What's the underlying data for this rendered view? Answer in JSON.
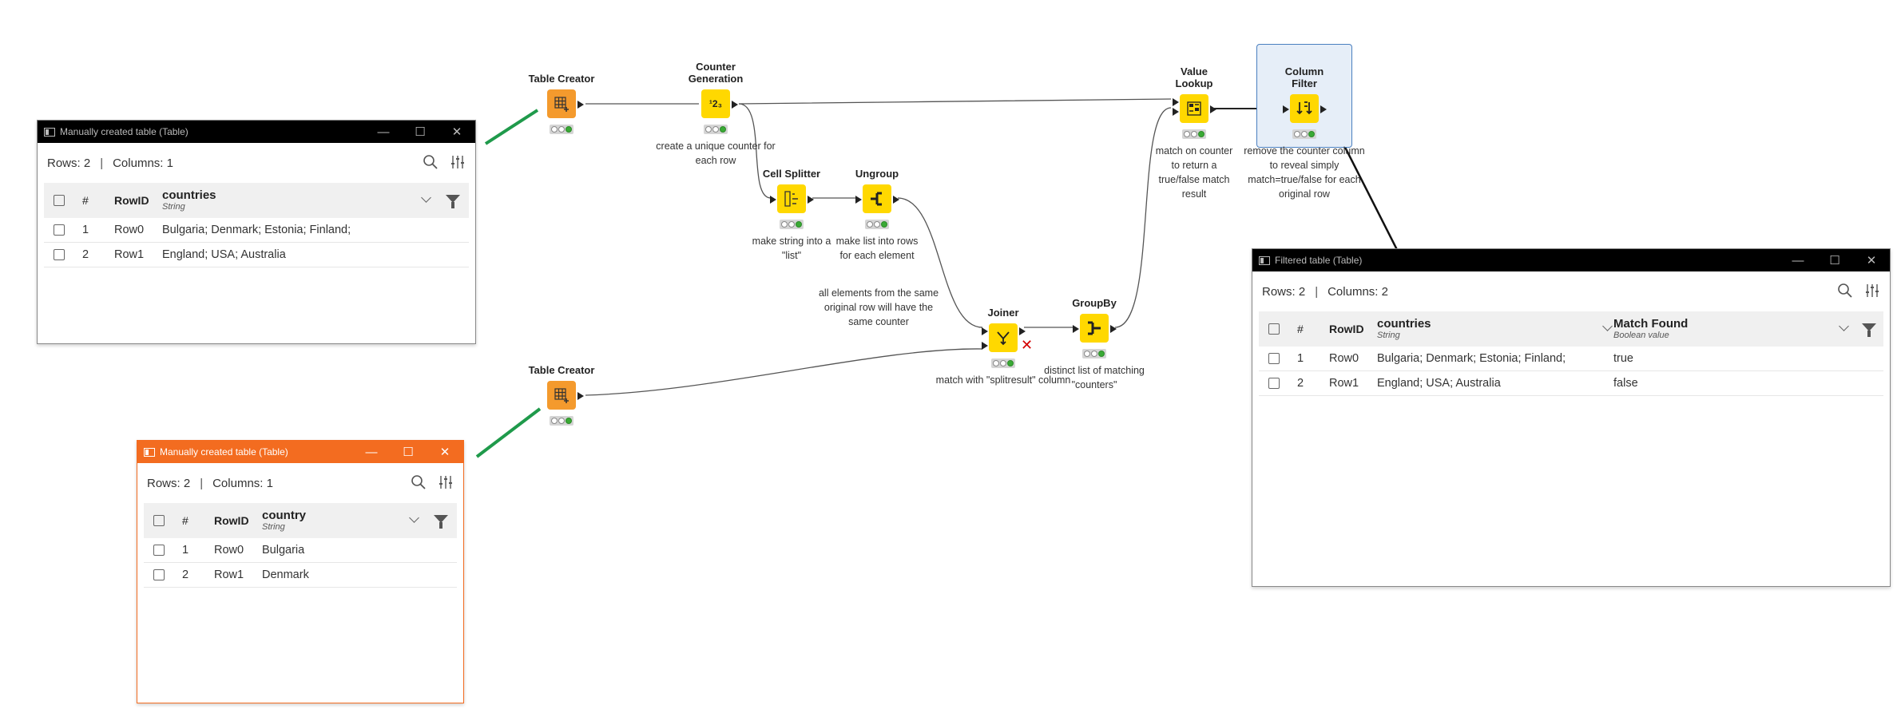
{
  "nodes": {
    "table_creator_1": {
      "title": "Table Creator"
    },
    "counter_generation": {
      "title": "Counter Generation",
      "annotation": "create a unique counter for each row",
      "icon_text": "¹2₃"
    },
    "cell_splitter": {
      "title": "Cell Splitter",
      "annotation": "make string into a \"list\""
    },
    "ungroup": {
      "title": "Ungroup",
      "annotation": "make list into rows for each element"
    },
    "joiner": {
      "title": "Joiner",
      "annotation": "match with \"splitresult\" column"
    },
    "groupby": {
      "title": "GroupBy",
      "annotation": "distinct list of matching \"counters\""
    },
    "value_lookup": {
      "title": "Value Lookup",
      "annotation": "match on counter to return a true/false match result"
    },
    "column_filter": {
      "title": "Column Filter",
      "annotation": "remove the counter column  to reveal simply match=true/false for each original row"
    },
    "table_creator_2": {
      "title": "Table Creator"
    }
  },
  "annotations": {
    "ungroup_note": "all elements from the same original row will have the same counter"
  },
  "windows": {
    "countries_table": {
      "title": "Manually created table (Table)",
      "rows_label": "Rows: 2",
      "columns_label": "Columns: 1",
      "headers": {
        "num": "#",
        "rowid": "RowID",
        "col1_name": "countries",
        "col1_type": "String"
      },
      "rows": [
        {
          "num": "1",
          "rowid": "Row0",
          "c1": "Bulgaria; Denmark; Estonia; Finland;"
        },
        {
          "num": "2",
          "rowid": "Row1",
          "c1": "England; USA; Australia"
        }
      ]
    },
    "country_table": {
      "title": "Manually created table (Table)",
      "rows_label": "Rows: 2",
      "columns_label": "Columns: 1",
      "headers": {
        "num": "#",
        "rowid": "RowID",
        "col1_name": "country",
        "col1_type": "String"
      },
      "rows": [
        {
          "num": "1",
          "rowid": "Row0",
          "c1": "Bulgaria"
        },
        {
          "num": "2",
          "rowid": "Row1",
          "c1": "Denmark"
        }
      ]
    },
    "filtered_table": {
      "title": "Filtered table (Table)",
      "rows_label": "Rows: 2",
      "columns_label": "Columns: 2",
      "headers": {
        "num": "#",
        "rowid": "RowID",
        "col1_name": "countries",
        "col1_type": "String",
        "col2_name": "Match Found",
        "col2_type": "Boolean value"
      },
      "rows": [
        {
          "num": "1",
          "rowid": "Row0",
          "c1": "Bulgaria; Denmark; Estonia; Finland;",
          "c2": "true"
        },
        {
          "num": "2",
          "rowid": "Row1",
          "c1": "England; USA; Australia",
          "c2": "false"
        }
      ]
    }
  },
  "window_controls": {
    "minimize": "—",
    "maximize": "☐",
    "close": "✕"
  },
  "colors": {
    "source_node": "#f49a2d",
    "manipulator_node": "#ffd800",
    "accent_orange": "#f36c20",
    "selection_blue": "#4a7fbf",
    "green_arrow": "#1f9a4b"
  }
}
